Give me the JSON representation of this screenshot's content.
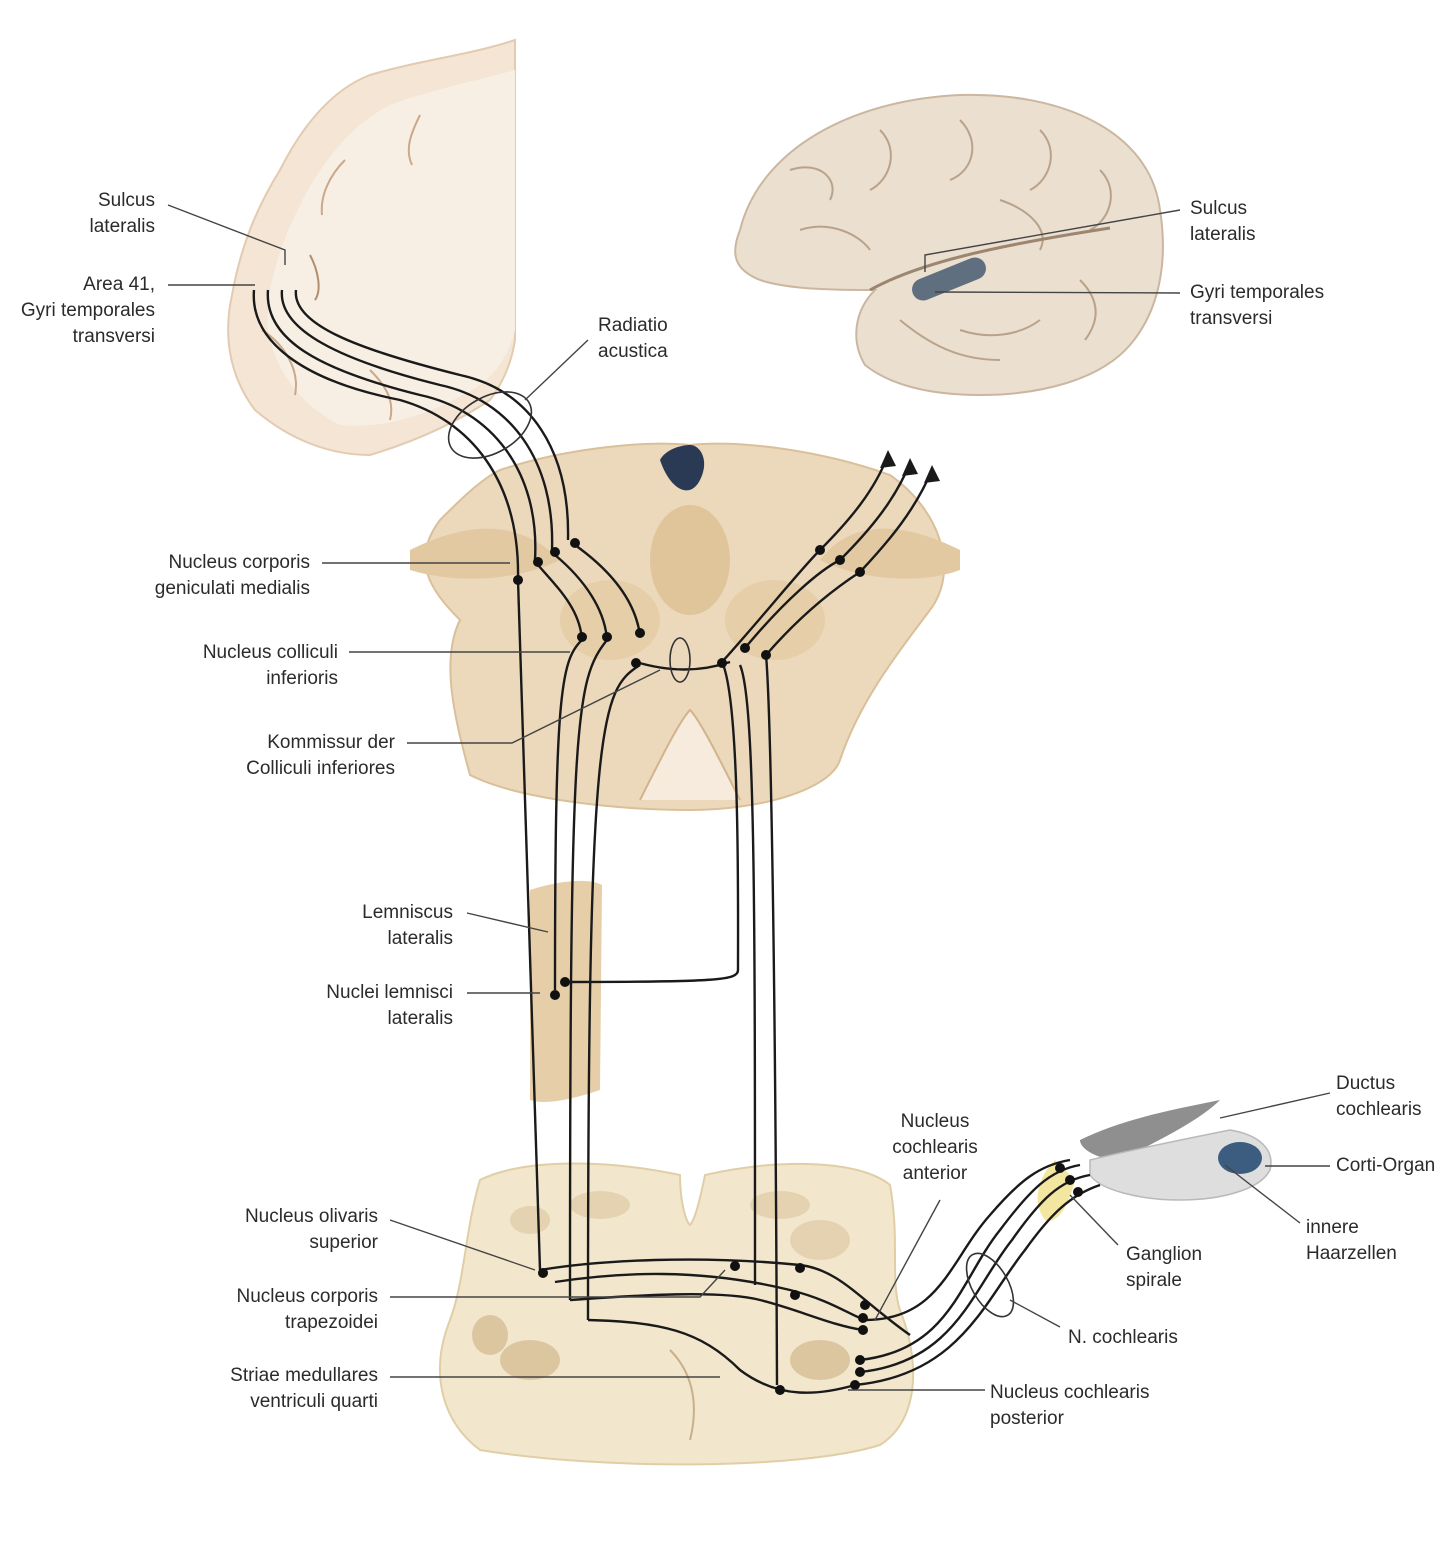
{
  "labels": {
    "sulcus_lateralis_left": [
      "Sulcus",
      "lateralis"
    ],
    "area41": [
      "Area 41,",
      "Gyri temporales",
      "transversi"
    ],
    "radiatio": [
      "Radiatio",
      "acustica"
    ],
    "sulcus_lateralis_right": [
      "Sulcus",
      "lateralis"
    ],
    "gyri_right": [
      "Gyri temporales",
      "transversi"
    ],
    "ncgm": [
      "Nucleus corporis",
      "geniculati medialis"
    ],
    "nci": [
      "Nucleus colliculi",
      "inferioris"
    ],
    "kommissur": [
      "Kommissur der",
      "Colliculi inferiores"
    ],
    "lemniscus": [
      "Lemniscus",
      "lateralis"
    ],
    "nuclei_lemnisci": [
      "Nuclei lemnisci",
      "lateralis"
    ],
    "ductus": [
      "Ductus",
      "cochlearis"
    ],
    "corti": [
      "Corti-Organ"
    ],
    "nca": [
      "Nucleus",
      "cochlearis",
      "anterior"
    ],
    "innere": [
      "innere",
      "Haarzellen"
    ],
    "ganglion": [
      "Ganglion",
      "spirale"
    ],
    "nos": [
      "Nucleus olivaris",
      "superior"
    ],
    "nct": [
      "Nucleus corporis",
      "trapezoidei"
    ],
    "n_cochlearis": [
      "N. cochlearis"
    ],
    "striae": [
      "Striae medullares",
      "ventriculi quarti"
    ],
    "ncp": [
      "Nucleus cochlearis",
      "posterior"
    ]
  },
  "colors": {
    "tissue_light": "#f6ebdd",
    "tissue_mid": "#e9d3b3",
    "tissue_dark": "#d2b48c",
    "medulla": "#f4ecd3",
    "brain": "#e8dccc",
    "highlight": "#5f6f7f",
    "ganglion": "#f2e6a0",
    "pathway": "#1a1a1a",
    "leader": "#444444"
  },
  "icons": [
    "brain-section",
    "brain-lateral",
    "brainstem",
    "medulla-section",
    "cochlea"
  ]
}
